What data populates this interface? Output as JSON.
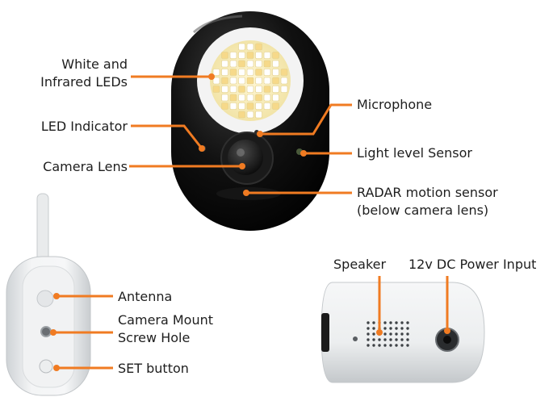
{
  "accent_color": "#f07b22",
  "front_view": {
    "labels": {
      "leds_line1": "White and",
      "leds_line2": "Infrared LEDs",
      "led_indicator": "LED Indicator",
      "camera_lens": "Camera Lens",
      "microphone": "Microphone",
      "light_sensor": "Light level Sensor",
      "radar_line1": "RADAR motion sensor",
      "radar_line2": "(below camera lens)"
    }
  },
  "back_view": {
    "labels": {
      "antenna": "Antenna",
      "mount_line1": "Camera Mount",
      "mount_line2": "Screw Hole",
      "set_button": "SET button"
    }
  },
  "side_view": {
    "labels": {
      "speaker": "Speaker",
      "power_input": "12v DC Power Input"
    }
  }
}
